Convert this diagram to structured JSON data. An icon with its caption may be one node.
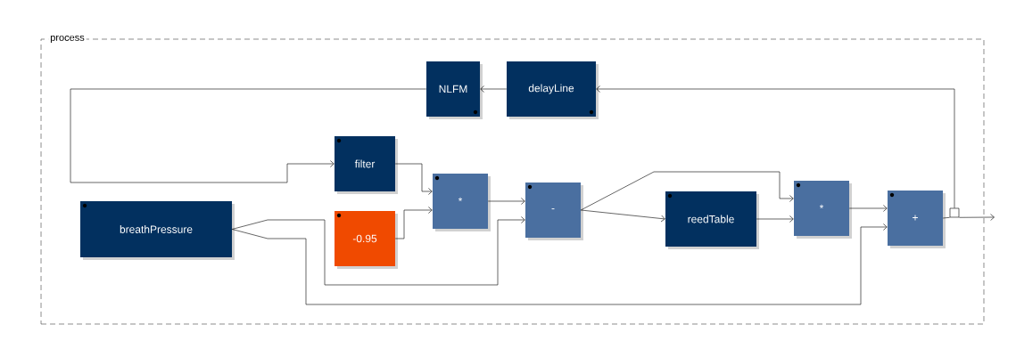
{
  "diagram": {
    "nodes": [
      {
        "text": [
          "process"
        ]
      },
      {
        "text": [
          "NLFM"
        ],
        "in": 0
      },
      {
        "text": [
          "delayLine"
        ],
        "in": 0
      },
      {
        "text": [
          "filter"
        ],
        "in": 0
      },
      {
        "text": [
          "breathPressure"
        ],
        "in": 0
      },
      {
        "text": [
          "-0.95"
        ],
        "in": 0
      },
      {
        "text": [
          "*"
        ],
        "in": 0
      },
      {
        "text": [
          "-"
        ],
        "in": 0
      },
      {
        "text": [
          "reedTable"
        ],
        "in": 0
      },
      {
        "text": [
          "*"
        ],
        "in": 0
      },
      {
        "text": [
          "+"
        ],
        "in": 0
      },
      {
        "text": [],
        "shape": "box",
        "in": 0
      }
    ],
    "edges": [
      {
        "from": 2,
        "to": 1,
        "arrow": "to"
      },
      {
        "from": 1,
        "to": 3,
        "arrow": "to"
      },
      {
        "from": 3,
        "to": 6,
        "arrow": "to"
      },
      {
        "from": 5,
        "to": 6,
        "arrow": "to"
      },
      {
        "from": 6,
        "to": 7,
        "arrow": "to"
      },
      {
        "from": 4,
        "to": 7,
        "arrow": "to"
      },
      {
        "from": 4,
        "to": 10,
        "arrow": "to"
      },
      {
        "from": 7,
        "to": 8,
        "arrow": "to"
      },
      {
        "from": 7,
        "to": 9,
        "arrow": "to"
      },
      {
        "from": 8,
        "to": 9,
        "arrow": "to"
      },
      {
        "from": 9,
        "to": 10,
        "arrow": "to"
      },
      {
        "from": 10,
        "to": 11,
        "arrow": "none"
      },
      {
        "from": 11,
        "to": 2,
        "arrow": "to"
      },
      {
        "from": 11,
        "to": null,
        "arrow": "to"
      }
    ]
  }
}
